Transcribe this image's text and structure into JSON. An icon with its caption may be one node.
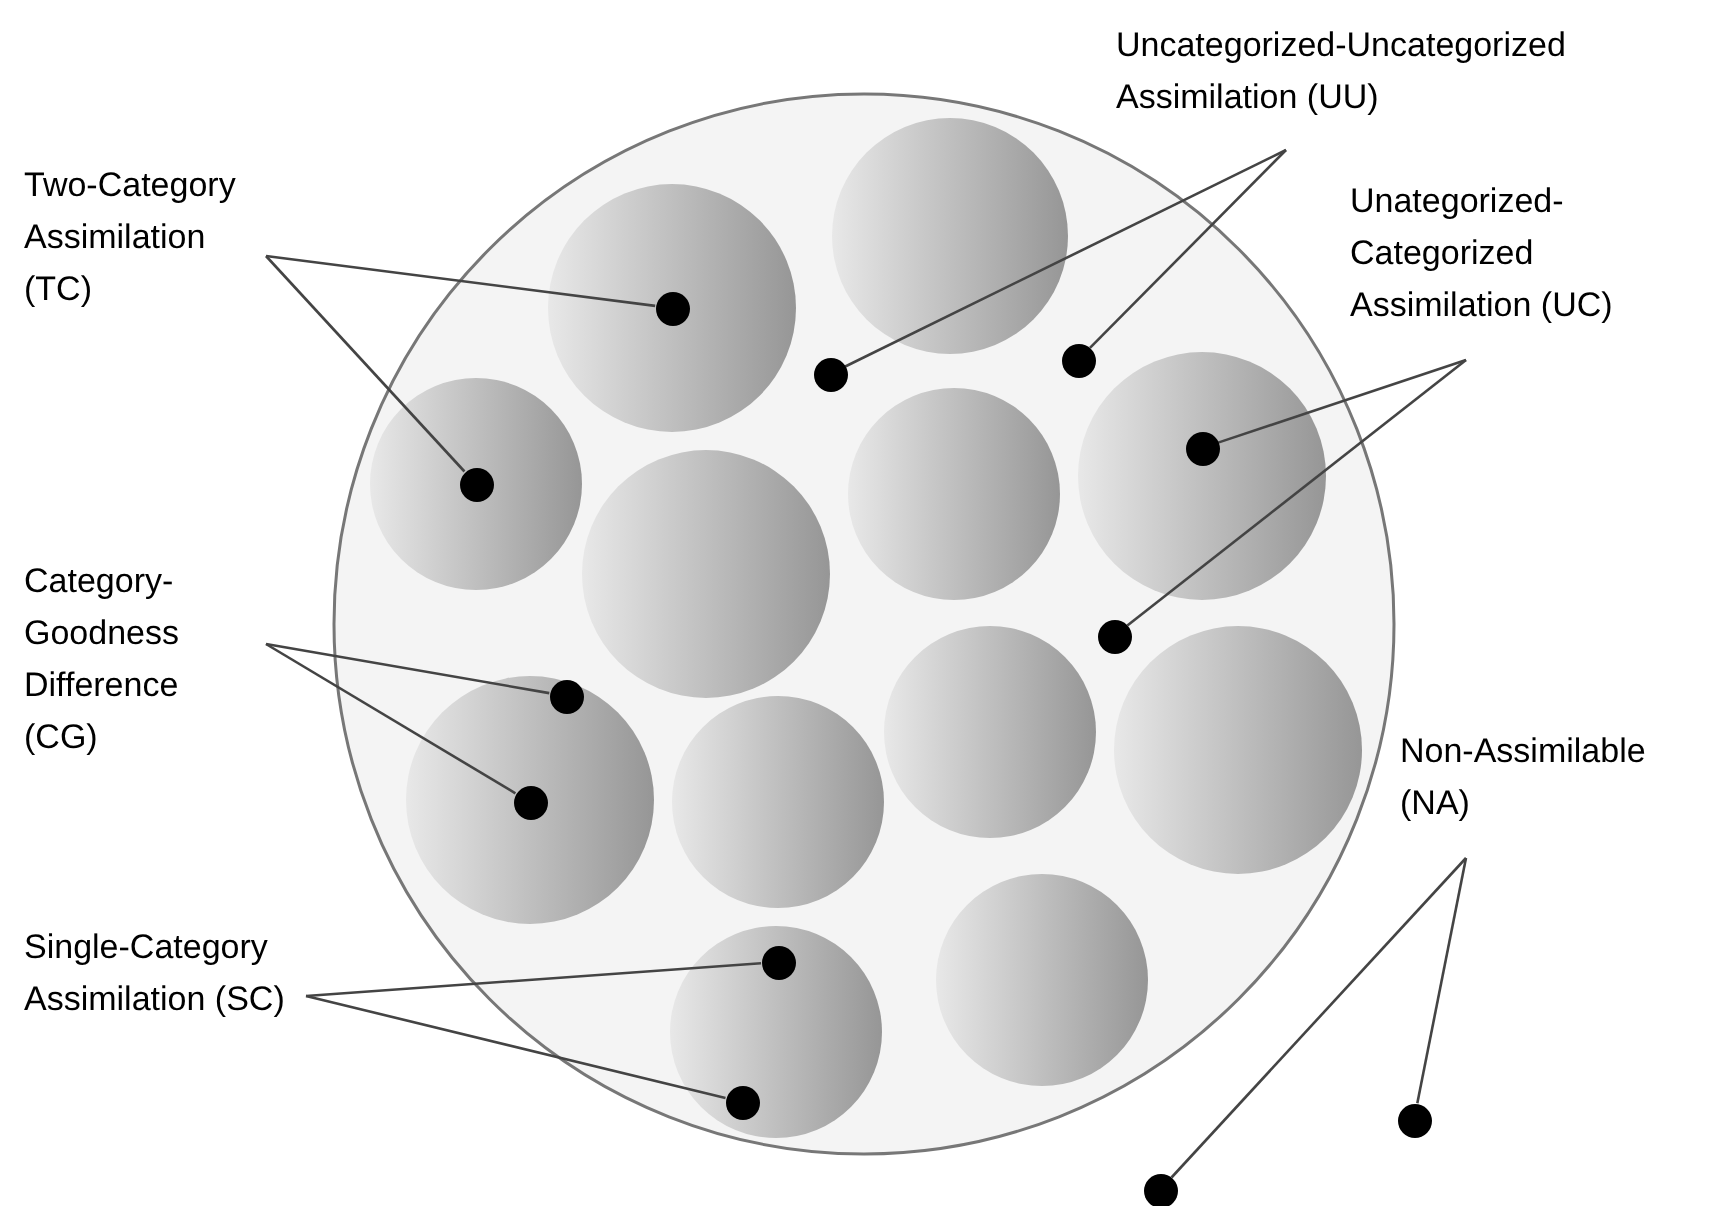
{
  "diagram": {
    "nodes": [
      {
        "text": [
          "Two-Category Assimilation (TC)"
        ]
      },
      {
        "text": [
          "Uncategorized-Uncategorized Assimilation (UU)"
        ]
      },
      {
        "text": [
          "Unategorized- Categorized Assimilation (UC)"
        ]
      },
      {
        "text": [
          "Category- Goodness Difference (CG)"
        ]
      },
      {
        "text": [
          "Single-Category Assimilation (SC)"
        ]
      },
      {
        "text": [
          "Non-Assimilable (NA)"
        ]
      },
      {
        "text": [],
        "shape": "circle"
      },
      {
        "text": [],
        "shape": "circle"
      },
      {
        "text": [],
        "shape": "circle"
      },
      {
        "text": [],
        "shape": "circle"
      },
      {
        "text": [],
        "shape": "circle"
      },
      {
        "text": [],
        "shape": "circle"
      },
      {
        "text": [],
        "shape": "circle"
      },
      {
        "text": [],
        "shape": "circle"
      },
      {
        "text": [],
        "shape": "circle"
      },
      {
        "text": [],
        "shape": "circle"
      },
      {
        "text": [],
        "shape": "circle"
      },
      {
        "text": [],
        "shape": "circle"
      }
    ],
    "edges": [
      {
        "from": 0,
        "to": 6,
        "arrow": "none"
      },
      {
        "from": 0,
        "to": 7,
        "arrow": "none"
      },
      {
        "from": 1,
        "to": 8,
        "arrow": "none"
      },
      {
        "from": 1,
        "to": 9,
        "arrow": "none"
      },
      {
        "from": 2,
        "to": 10,
        "arrow": "none"
      },
      {
        "from": 2,
        "to": 11,
        "arrow": "none"
      },
      {
        "from": 3,
        "to": 12,
        "arrow": "none"
      },
      {
        "from": 3,
        "to": 13,
        "arrow": "none"
      },
      {
        "from": 4,
        "to": 14,
        "arrow": "none"
      },
      {
        "from": 4,
        "to": 15,
        "arrow": "none"
      },
      {
        "from": 5,
        "to": 16,
        "arrow": "none"
      },
      {
        "from": 5,
        "to": 17,
        "arrow": "none"
      }
    ]
  }
}
